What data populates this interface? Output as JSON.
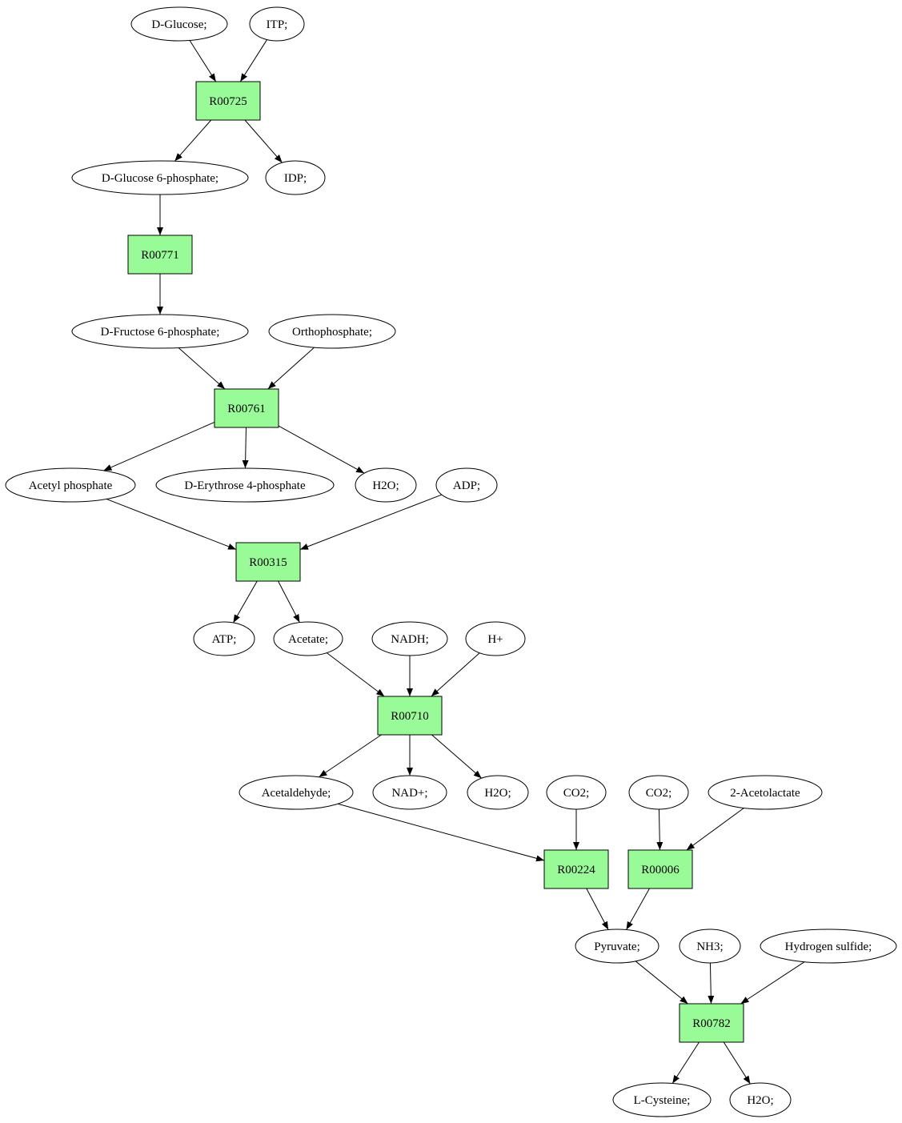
{
  "colors": {
    "reaction_fill": "#98fb98",
    "start_fill": "#00ee00",
    "target_fill": "#ffff00",
    "molecule_fill": "#ffffff",
    "stroke": "#000000"
  },
  "nodes": {
    "glucose": {
      "label": "D-Glucose;",
      "role": "start"
    },
    "itp": {
      "label": "ITP;"
    },
    "r00725": {
      "label": "R00725",
      "kind": "reaction"
    },
    "g6p": {
      "label": "D-Glucose 6-phosphate;"
    },
    "idp": {
      "label": "IDP;"
    },
    "r00771": {
      "label": "R00771",
      "kind": "reaction"
    },
    "f6p": {
      "label": "D-Fructose 6-phosphate;"
    },
    "orthophosphate": {
      "label": "Orthophosphate;"
    },
    "r00761": {
      "label": "R00761",
      "kind": "reaction"
    },
    "acetyl_phosphate": {
      "label": "Acetyl phosphate"
    },
    "e4p": {
      "label": "D-Erythrose 4-phosphate"
    },
    "h2o_1": {
      "label": "H2O;"
    },
    "adp": {
      "label": "ADP;"
    },
    "r00315": {
      "label": "R00315",
      "kind": "reaction"
    },
    "atp": {
      "label": "ATP;"
    },
    "acetate": {
      "label": "Acetate;"
    },
    "nadh": {
      "label": "NADH;"
    },
    "hplus": {
      "label": "H+"
    },
    "r00710": {
      "label": "R00710",
      "kind": "reaction"
    },
    "acetaldehyde": {
      "label": "Acetaldehyde;"
    },
    "nadplus": {
      "label": "NAD+;"
    },
    "h2o_2": {
      "label": "H2O;"
    },
    "co2_1": {
      "label": "CO2;"
    },
    "co2_2": {
      "label": "CO2;"
    },
    "acetolactate": {
      "label": "2-Acetolactate"
    },
    "r00224": {
      "label": "R00224",
      "kind": "reaction"
    },
    "r00006": {
      "label": "R00006",
      "kind": "reaction"
    },
    "pyruvate": {
      "label": "Pyruvate;"
    },
    "nh3": {
      "label": "NH3;"
    },
    "h2s": {
      "label": "Hydrogen sulfide;"
    },
    "r00782": {
      "label": "R00782",
      "kind": "reaction"
    },
    "cysteine": {
      "label": "L-Cysteine;",
      "role": "target"
    },
    "h2o_3": {
      "label": "H2O;"
    }
  },
  "edges": [
    [
      "glucose",
      "r00725"
    ],
    [
      "itp",
      "r00725"
    ],
    [
      "r00725",
      "g6p"
    ],
    [
      "r00725",
      "idp"
    ],
    [
      "g6p",
      "r00771"
    ],
    [
      "r00771",
      "f6p"
    ],
    [
      "f6p",
      "r00761"
    ],
    [
      "orthophosphate",
      "r00761"
    ],
    [
      "r00761",
      "acetyl_phosphate"
    ],
    [
      "r00761",
      "e4p"
    ],
    [
      "r00761",
      "h2o_1"
    ],
    [
      "acetyl_phosphate",
      "r00315"
    ],
    [
      "adp",
      "r00315"
    ],
    [
      "r00315",
      "atp"
    ],
    [
      "r00315",
      "acetate"
    ],
    [
      "acetate",
      "r00710"
    ],
    [
      "nadh",
      "r00710"
    ],
    [
      "hplus",
      "r00710"
    ],
    [
      "r00710",
      "acetaldehyde"
    ],
    [
      "r00710",
      "nadplus"
    ],
    [
      "r00710",
      "h2o_2"
    ],
    [
      "acetaldehyde",
      "r00224"
    ],
    [
      "co2_1",
      "r00224"
    ],
    [
      "co2_2",
      "r00006"
    ],
    [
      "acetolactate",
      "r00006"
    ],
    [
      "r00224",
      "pyruvate"
    ],
    [
      "r00006",
      "pyruvate"
    ],
    [
      "pyruvate",
      "r00782"
    ],
    [
      "nh3",
      "r00782"
    ],
    [
      "h2s",
      "r00782"
    ],
    [
      "r00782",
      "cysteine"
    ],
    [
      "r00782",
      "h2o_3"
    ]
  ]
}
